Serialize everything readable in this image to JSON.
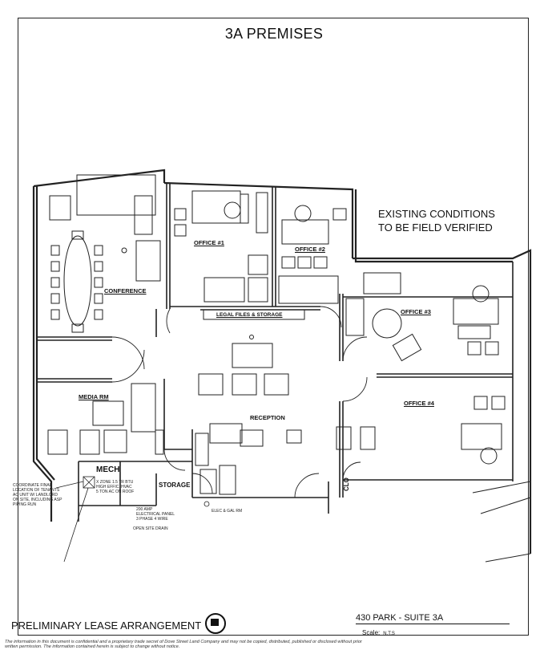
{
  "title": "3A PREMISES",
  "note": {
    "line1": "EXISTING CONDITIONS",
    "line2": "TO BE FIELD VERIFIED"
  },
  "rooms": {
    "office1": "OFFICE #1",
    "office2": "OFFICE #2",
    "office3": "OFFICE #3",
    "office4": "OFFICE #4",
    "conference": "CONFERENCE",
    "legal_files": "LEGAL FILES & STORAGE",
    "media": "MEDIA RM",
    "reception": "RECEPTION",
    "mech": "MECH",
    "storage": "STORAGE",
    "closet": "CLO"
  },
  "annotations": {
    "coordinate": [
      "COORDINATE FINAL",
      "LOCATION OF TENANTS",
      "AC UNIT W/ LANDLORD",
      "ON SITE, INCLUDING ASP",
      "PIPING RUN"
    ],
    "mech_note": [
      "X ZONE 1.5 TR BTU",
      "HIGH EFFIC. HVAC",
      "5 TON AC ON ROOF"
    ],
    "electrical": [
      "200 AMP",
      "ELECTRICAL PANEL",
      "3 PHASE 4 WIRE"
    ],
    "open_drain": "OPEN SITE DRAIN",
    "sink": "ELEC & GAL RM"
  },
  "footer": {
    "left": "PRELIMINARY LEASE ARRANGEMENT",
    "right": "430 PARK - SUITE 3A",
    "scale_label": "Scale:",
    "scale_value": "N.T.S",
    "disclaimer_1": "The information in this document is confidential and a proprietary trade secret of Dove Street Land Company and may not be copied, distributed, published or disclosed without prior",
    "disclaimer_2": "written permission.  The information contained herein is subject to change without notice."
  }
}
